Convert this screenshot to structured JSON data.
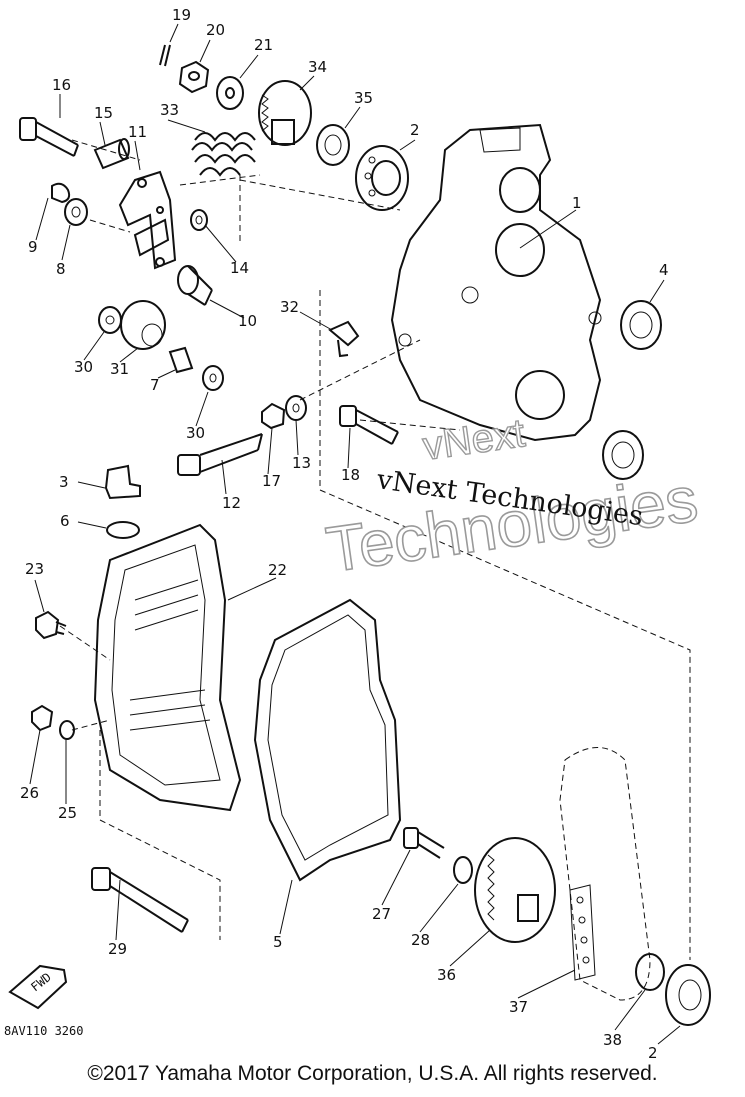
{
  "diagram": {
    "part_labels": [
      "19",
      "20",
      "21",
      "34",
      "16",
      "15",
      "33",
      "11",
      "35",
      "2",
      "1",
      "9",
      "8",
      "14",
      "4",
      "10",
      "32",
      "30",
      "31",
      "7",
      "30",
      "13",
      "17",
      "18",
      "12",
      "3",
      "6",
      "23",
      "22",
      "26",
      "25",
      "29",
      "5",
      "27",
      "28",
      "36",
      "37",
      "38",
      "2"
    ],
    "diagram_code": "8AV110 3260",
    "fwd_badge": "FWD",
    "watermark": {
      "line1": "vNext Technologies",
      "big": "Technologies",
      "small": "vNext"
    }
  },
  "footer": {
    "copyright": "©2017 Yamaha Motor Corporation, U.S.A. All rights reserved."
  }
}
